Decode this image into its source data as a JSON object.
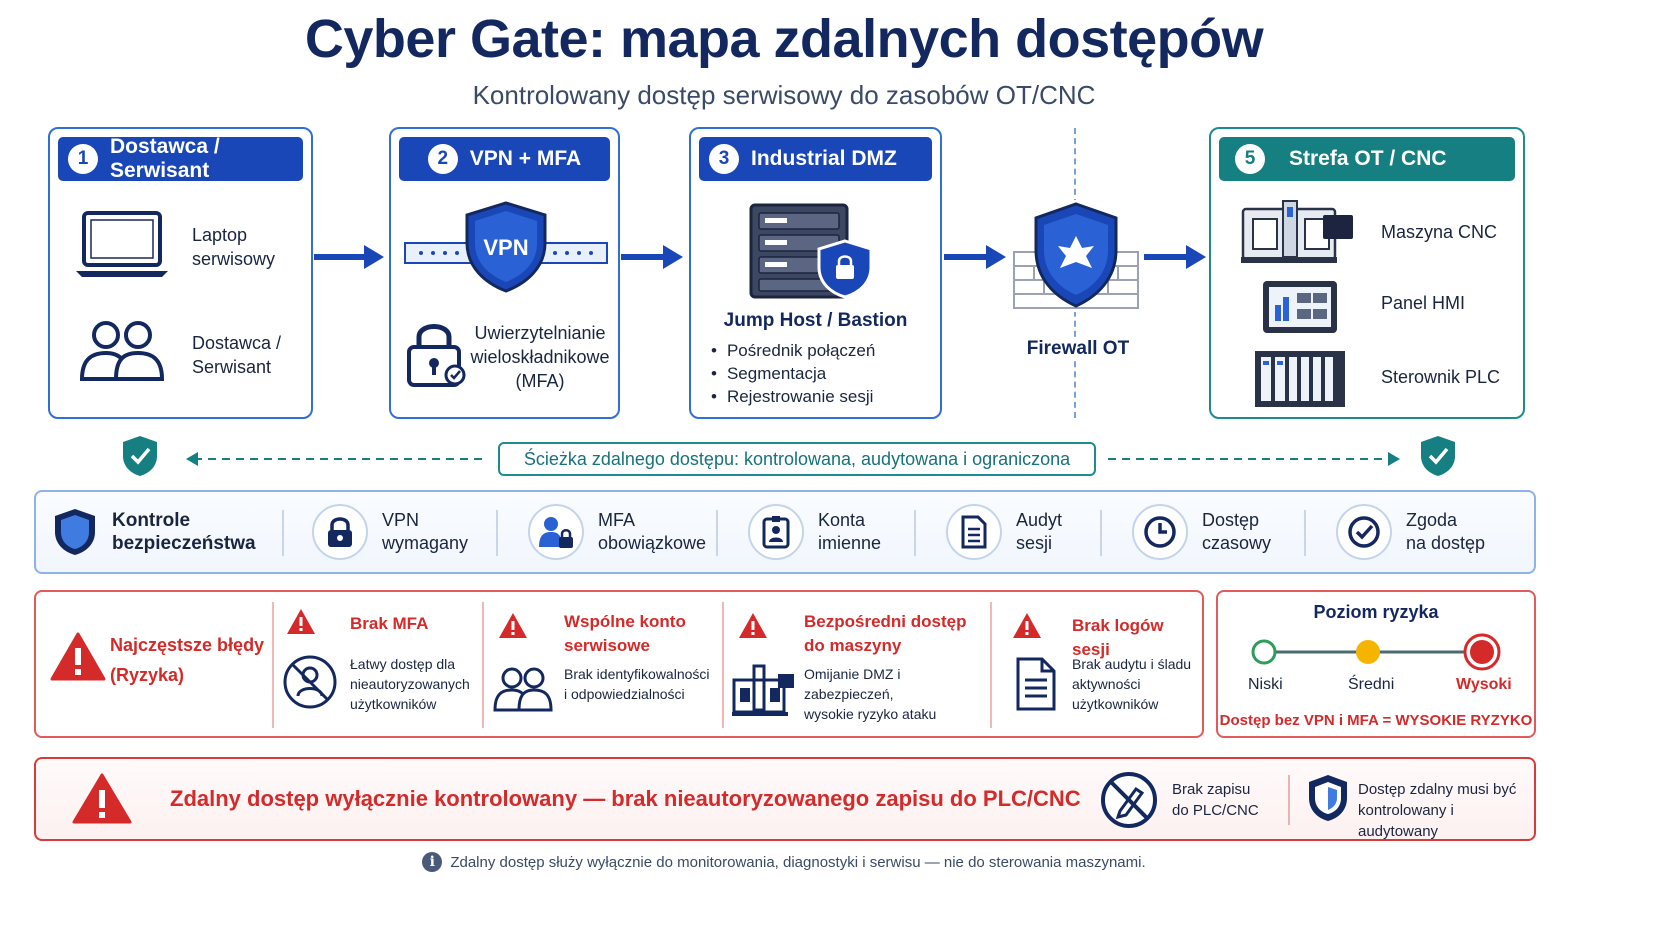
{
  "header": {
    "title": "Cyber Gate: mapa zdalnych dostępów",
    "subtitle": "Kontrolowany dostęp serwisowy do zasobów OT/CNC"
  },
  "steps": [
    {
      "num": "1",
      "title": "Dostawca / Serwisant",
      "items": [
        {
          "icon": "laptop-icon",
          "label": "Laptop serwisowy"
        },
        {
          "icon": "users-icon",
          "label": "Dostawca / Serwisant"
        }
      ]
    },
    {
      "num": "2",
      "title": "VPN + MFA",
      "items": [
        {
          "icon": "vpn-shield-icon",
          "label": "VPN"
        },
        {
          "icon": "padlock-icon",
          "label": "Uwierzytelnianie wieloskładnikowe (MFA)"
        }
      ]
    },
    {
      "num": "3",
      "title": "Industrial DMZ",
      "server_label": "Jump Host / Bastion",
      "bullets": [
        "Pośrednik połączeń",
        "Segmentacja",
        "Rejestrowanie sesji"
      ]
    },
    {
      "num": "5",
      "title": "Strefa OT / CNC",
      "items": [
        {
          "icon": "cnc-machine-icon",
          "label": "Maszyna CNC"
        },
        {
          "icon": "hmi-panel-icon",
          "label": "Panel HMI"
        },
        {
          "icon": "plc-icon",
          "label": "Sterownik PLC"
        }
      ]
    }
  ],
  "firewall": {
    "label": "Firewall OT",
    "icon": "firewall-shield-icon"
  },
  "path_banner": "Ścieżka zdalnego dostępu: kontrolowana, audytowana i ograniczona",
  "controls": {
    "title_line1": "Kontrole",
    "title_line2": "bezpieczeństwa",
    "items": [
      {
        "icon": "lock-icon",
        "line1": "VPN",
        "line2": "wymagany"
      },
      {
        "icon": "user-lock-icon",
        "line1": "MFA",
        "line2": "obowiązkowe"
      },
      {
        "icon": "id-badge-icon",
        "line1": "Konta",
        "line2": "imienne"
      },
      {
        "icon": "document-icon",
        "line1": "Audyt",
        "line2": "sesji"
      },
      {
        "icon": "clock-icon",
        "line1": "Dostęp",
        "line2": "czasowy"
      },
      {
        "icon": "check-circle-icon",
        "line1": "Zgoda",
        "line2": "na dostęp"
      }
    ]
  },
  "risks": {
    "title_line1": "Najczęstsze błędy",
    "title_line2": "(Ryzyka)",
    "items": [
      {
        "title_line1": "Brak MFA",
        "title_line2": "",
        "desc": [
          "Łatwy dostęp dla",
          "nieautoryzowanych",
          "użytkowników"
        ],
        "icon": "blocked-user-icon"
      },
      {
        "title_line1": "Wspólne konto",
        "title_line2": "serwisowe",
        "desc": [
          "Brak identyfikowalności",
          "i odpowiedzialności"
        ],
        "icon": "shared-users-icon"
      },
      {
        "title_line1": "Bezpośredni dostęp",
        "title_line2": "do maszyny",
        "desc": [
          "Omijanie DMZ i zabezpieczeń,",
          "wysokie ryzyko ataku"
        ],
        "icon": "machine-icon"
      },
      {
        "title_line1": "Brak logów sesji",
        "title_line2": "",
        "desc": [
          "Brak audytu i śladu",
          "aktywności",
          "użytkowników"
        ],
        "icon": "log-document-icon"
      }
    ]
  },
  "risk_level": {
    "title": "Poziom ryzyka",
    "levels": [
      "Niski",
      "Średni",
      "Wysoki"
    ],
    "colors": [
      "#2e9c5a",
      "#f5b400",
      "#d42a2a"
    ],
    "note": "Dostęp bez VPN i MFA = WYSOKIE RYZYKO"
  },
  "bottom": {
    "main": "Zdalny dostęp wyłącznie kontrolowany — brak nieautoryzowanego zapisu do PLC/CNC",
    "item1_line1": "Brak zapisu",
    "item1_line2": "do PLC/CNC",
    "item2_line1": "Dostęp zdalny musi być",
    "item2_line2": "kontrolowany i audytowany"
  },
  "footer": "Zdalny dostęp służy wyłącznie do monitorowania, diagnostyki i serwisu — nie do sterowania maszynami."
}
